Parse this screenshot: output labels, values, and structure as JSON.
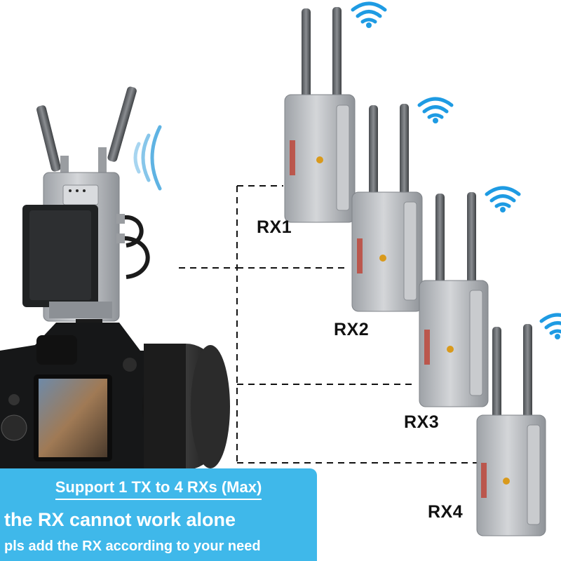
{
  "receivers": [
    {
      "label": "RX1"
    },
    {
      "label": "RX2"
    },
    {
      "label": "RX3"
    },
    {
      "label": "RX4"
    }
  ],
  "banner": {
    "headline": "Support 1 TX to 4 RXs (Max)",
    "line2": "the RX cannot work alone",
    "line3": "pls add the RX according to your need"
  },
  "colors": {
    "banner_bg": "#3fb8ea",
    "wifi_icon": "#1e9be3",
    "device_body": "#b9bcc0",
    "dashed_line": "#111111"
  },
  "icons": [
    "wifi-icon",
    "signal-waves-icon",
    "antenna-icon"
  ]
}
